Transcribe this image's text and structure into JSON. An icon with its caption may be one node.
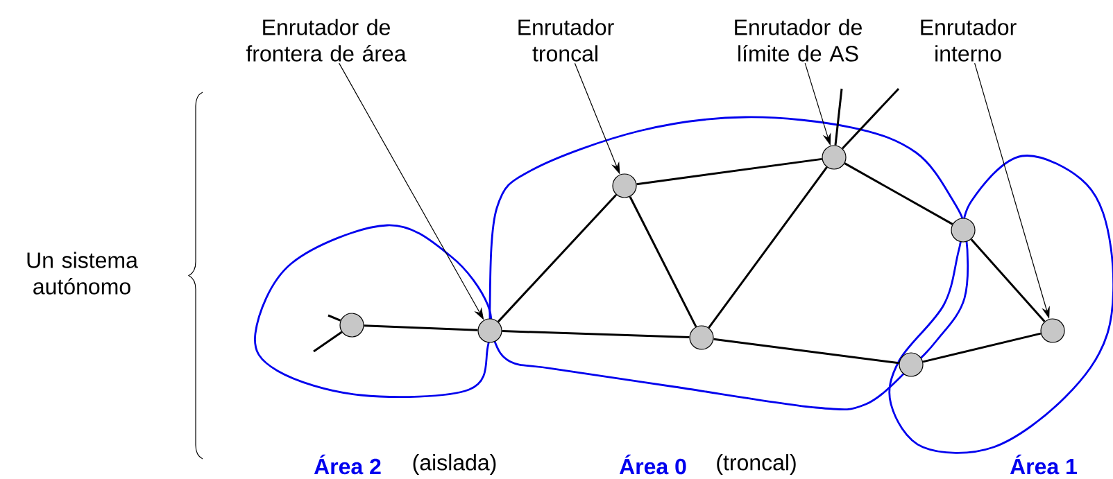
{
  "diagram": {
    "nodes": [
      {
        "text": [],
        "shape": "circle"
      },
      {
        "text": [],
        "shape": "circle"
      },
      {
        "text": [],
        "shape": "circle"
      },
      {
        "text": [],
        "shape": "circle"
      },
      {
        "text": [],
        "shape": "circle"
      },
      {
        "text": [],
        "shape": "circle"
      },
      {
        "text": [],
        "shape": "circle"
      },
      {
        "text": [],
        "shape": "circle"
      },
      {
        "text": [
          "Enrutador de frontera de área"
        ]
      },
      {
        "text": [
          "Enrutador troncal"
        ]
      },
      {
        "text": [
          "Enrutador de límite de AS"
        ]
      },
      {
        "text": [
          "Enrutador interno"
        ]
      }
    ],
    "edges": [
      {
        "from": 0,
        "to": null,
        "arrow": "none"
      },
      {
        "from": 0,
        "to": null,
        "arrow": "none"
      },
      {
        "from": 0,
        "to": 1,
        "arrow": "none"
      },
      {
        "from": 1,
        "to": 2,
        "arrow": "none"
      },
      {
        "from": 1,
        "to": 4,
        "arrow": "none"
      },
      {
        "from": 2,
        "to": 3,
        "arrow": "none"
      },
      {
        "from": 2,
        "to": 4,
        "arrow": "none"
      },
      {
        "from": 4,
        "to": 3,
        "arrow": "none"
      },
      {
        "from": 3,
        "to": null,
        "arrow": "none"
      },
      {
        "from": 3,
        "to": null,
        "arrow": "none"
      },
      {
        "from": 3,
        "to": 5,
        "arrow": "none"
      },
      {
        "from": 4,
        "to": 6,
        "arrow": "none"
      },
      {
        "from": 5,
        "to": 7,
        "arrow": "none"
      },
      {
        "from": 6,
        "to": 7,
        "arrow": "none"
      },
      {
        "from": 8,
        "to": 1,
        "arrow": "to"
      },
      {
        "from": 9,
        "to": 2,
        "arrow": "to"
      },
      {
        "from": 10,
        "to": 3,
        "arrow": "to"
      },
      {
        "from": 11,
        "to": 7,
        "arrow": "to"
      }
    ],
    "labels": [
      "Un sistema autónomo",
      "Área 2",
      "(aislada)",
      "Área 0",
      "(troncal)",
      "Área 1"
    ]
  }
}
